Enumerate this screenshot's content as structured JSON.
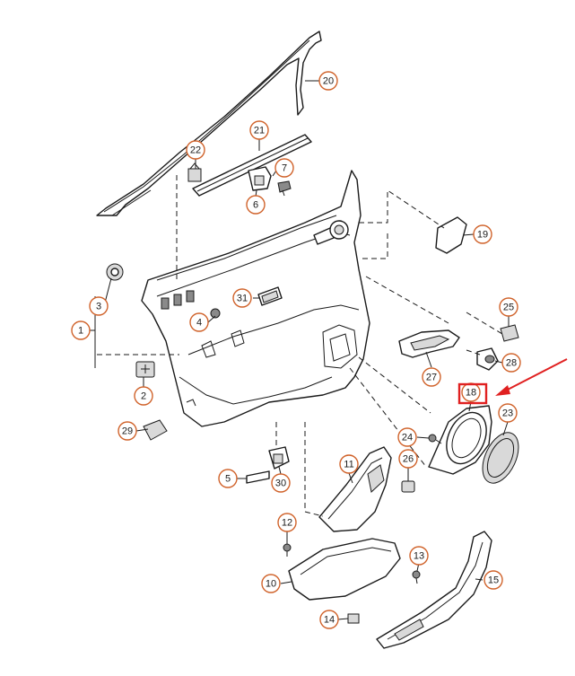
{
  "diagram": {
    "callouts": [
      "20",
      "21",
      "22",
      "7",
      "6",
      "19",
      "31",
      "4",
      "3",
      "1",
      "2",
      "29",
      "25",
      "27",
      "28",
      "18",
      "23",
      "24",
      "26",
      "11",
      "5",
      "30",
      "12",
      "13",
      "10",
      "15",
      "14"
    ],
    "highlighted_callout": "18",
    "highlight_color": "#e02020",
    "callout_ring_color": "#d0622a",
    "line_color": "#1a1a1a"
  }
}
